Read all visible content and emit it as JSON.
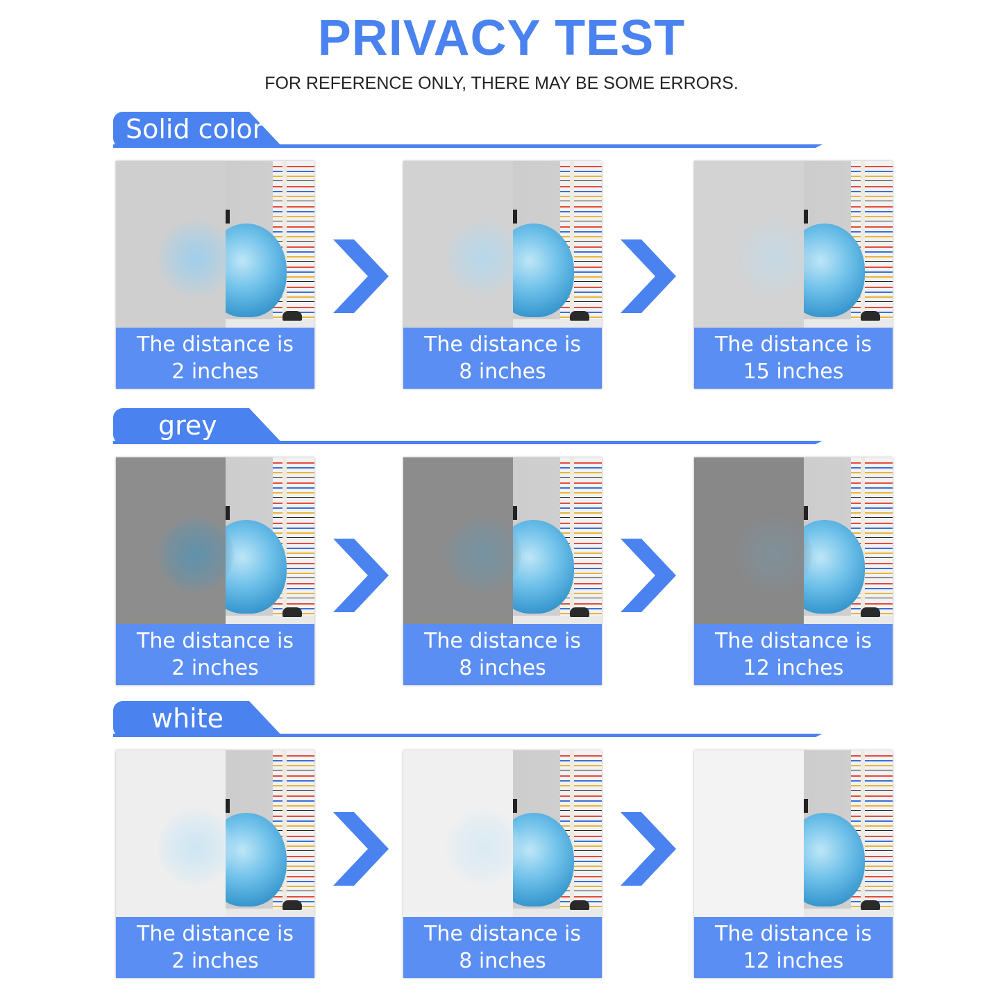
{
  "header": {
    "title": "PRIVACY TEST",
    "subtitle": "FOR REFERENCE ONLY, THERE MAY BE SOME ERRORS."
  },
  "sections": [
    {
      "label": "Solid color",
      "cards": [
        {
          "line1": "The distance is",
          "line2": "2 inches"
        },
        {
          "line1": "The distance is",
          "line2": "8 inches"
        },
        {
          "line1": "The distance is",
          "line2": "15 inches"
        }
      ]
    },
    {
      "label": "grey",
      "cards": [
        {
          "line1": "The distance is",
          "line2": "2 inches"
        },
        {
          "line1": "The distance is",
          "line2": "8 inches"
        },
        {
          "line1": "The distance is",
          "line2": "12 inches"
        }
      ]
    },
    {
      "label": "white",
      "cards": [
        {
          "line1": "The distance is",
          "line2": "2 inches"
        },
        {
          "line1": "The distance is",
          "line2": "8 inches"
        },
        {
          "line1": "The distance is",
          "line2": "12 inches"
        }
      ]
    }
  ],
  "colors": {
    "accent": "#4a82ef",
    "caption": "#5b8ef3"
  }
}
